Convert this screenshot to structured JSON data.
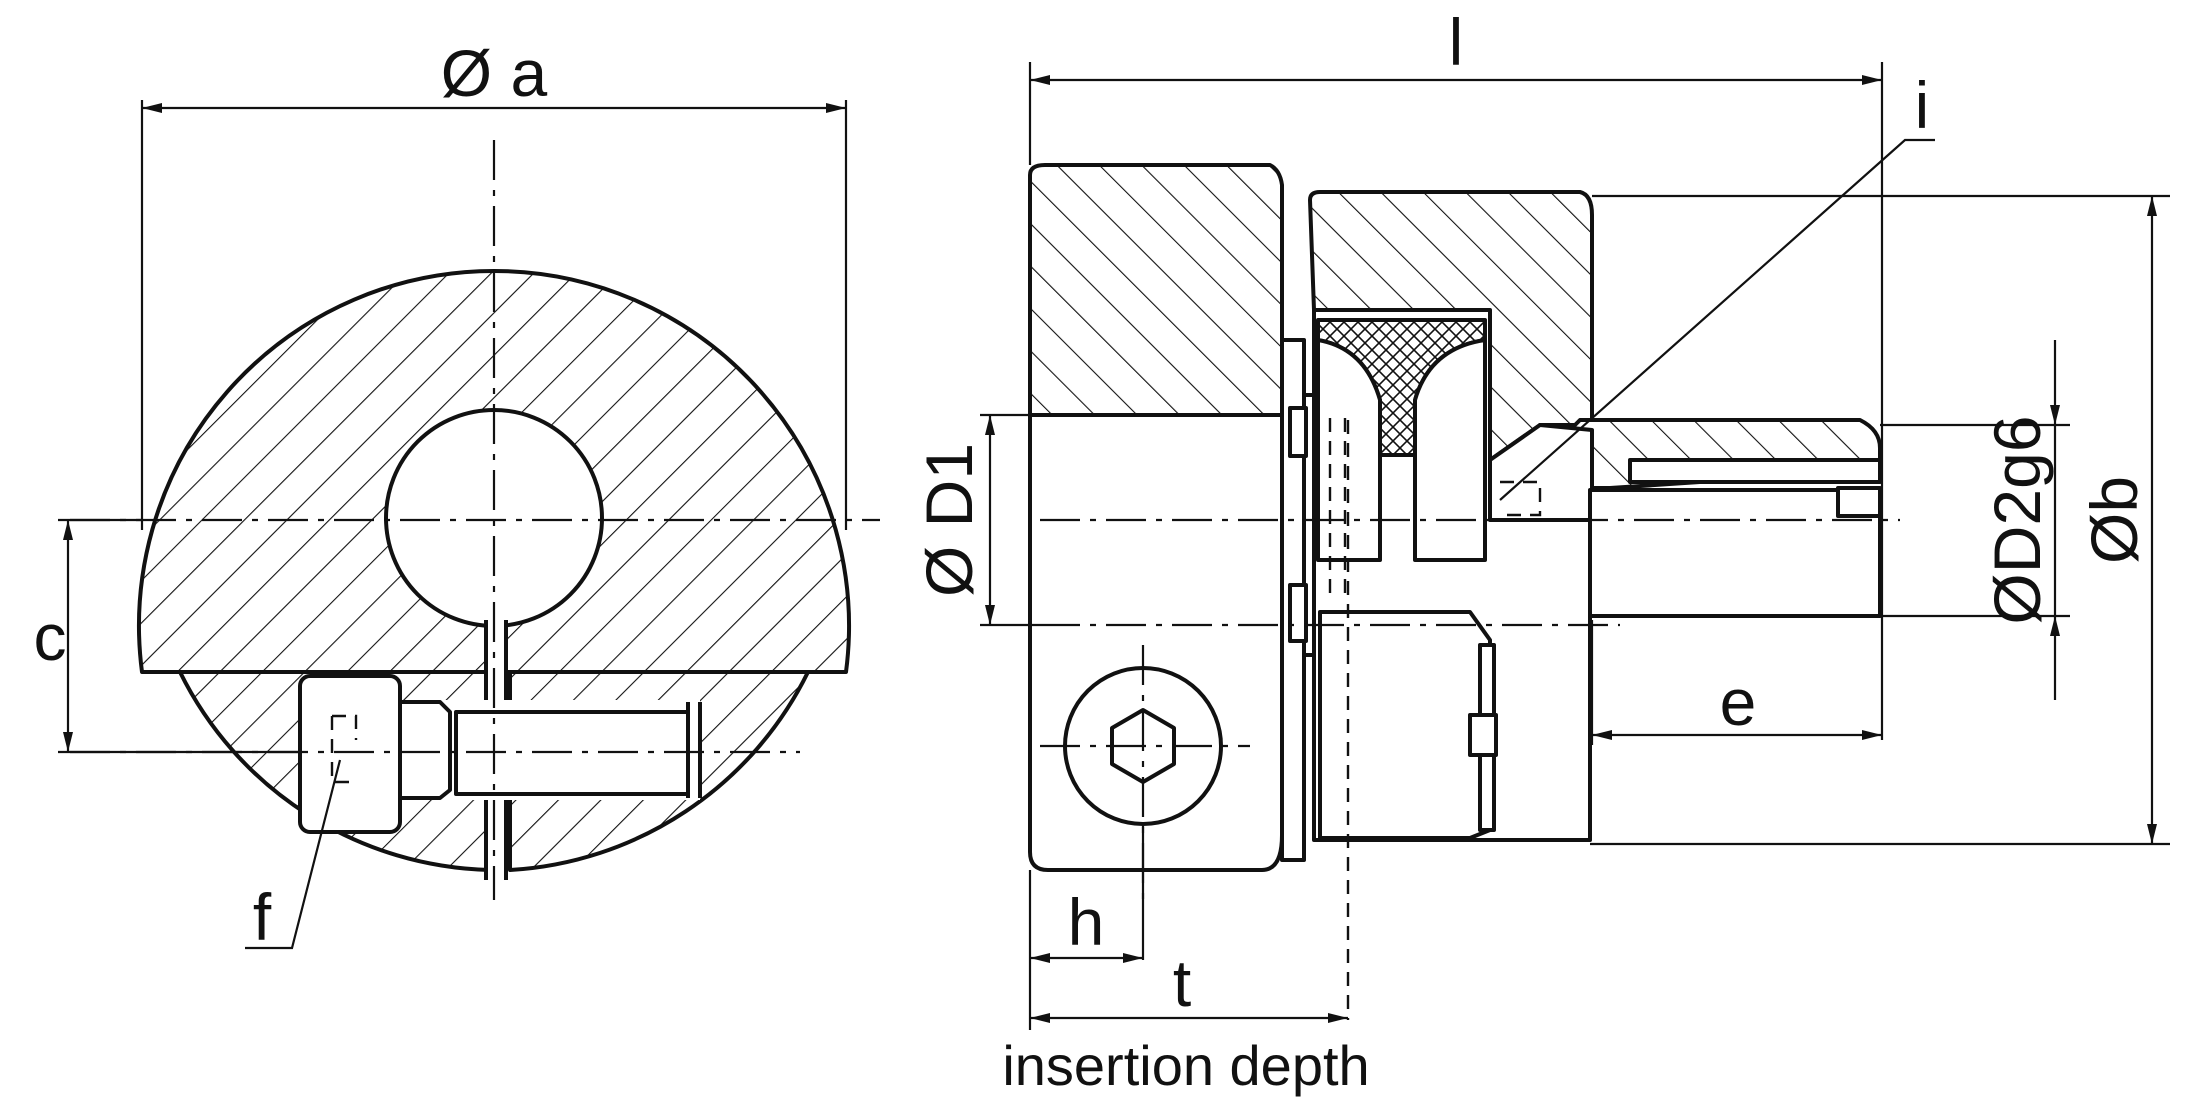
{
  "labels": {
    "diameter_a": "Ø a",
    "c": "c",
    "f": "f",
    "l": "l",
    "i": "i",
    "diameter_D1": "Ø D1",
    "diameter_D2g6": "ØD2g6",
    "diameter_b": "Øb",
    "e": "e",
    "h": "h",
    "t": "t",
    "insertion_depth": "insertion depth"
  },
  "colors": {
    "line": "#111111",
    "background": "#ffffff"
  }
}
